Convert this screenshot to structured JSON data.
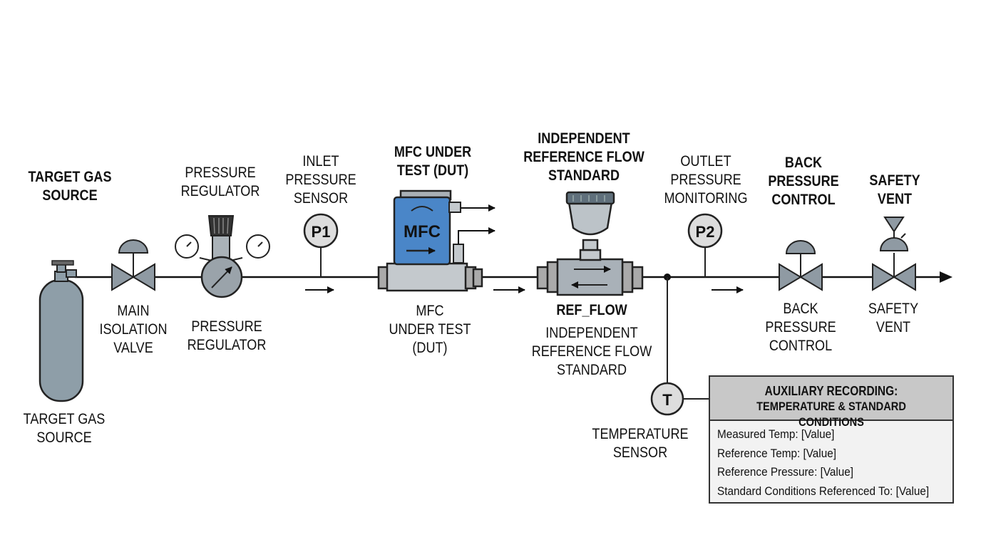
{
  "diagram": {
    "top_labels": {
      "target_gas_source": "TARGET GAS\nSOURCE",
      "pressure_regulator": "PRESSURE\nREGULATOR",
      "inlet_pressure_sensor": "INLET\nPRESSURE\nSENSOR",
      "mfc_under_test": "MFC UNDER\nTEST (DUT)",
      "independent_reference": "INDEPENDENT\nREFERENCE FLOW\nSTANDARD",
      "outlet_pressure": "OUTLET\nPRESSURE\nMONITORING",
      "back_pressure_control": "BACK\nPRESSURE\nCONTROL",
      "safety_vent": "SAFETY\nVENT"
    },
    "bottom_labels": {
      "target_gas_source": "TARGET GAS\nSOURCE",
      "main_isolation_valve": "MAIN\nISOLATION\nVALVE",
      "pressure_regulator": "PRESSURE\nREGULATOR",
      "mfc_under_test": "MFC\nUNDER TEST\n(DUT)",
      "ref_flow": "REF_FLOW",
      "independent_reference": "INDEPENDENT\nREFERENCE FLOW\nSTANDARD",
      "back_pressure_control": "BACK\nPRESSURE\nCONTROL",
      "safety_vent": "SAFETY\nVENT",
      "temperature_sensor": "TEMPERATURE\nSENSOR"
    },
    "symbols": {
      "p1": "P1",
      "p2": "P2",
      "t": "T",
      "mfc": "MFC"
    },
    "colors": {
      "mfc_body": "#4a86c8",
      "component_gray": "#9aa3aa",
      "cylinder": "#8e9ea8",
      "line": "#111111"
    }
  },
  "auxiliary": {
    "title_line1": "AUXILIARY RECORDING:",
    "title_line2": "TEMPERATURE & STANDARD CONDITIONS",
    "rows": [
      "Measured Temp: [Value]",
      "Reference Temp: [Value]",
      "Reference Pressure: [Value]",
      "Standard Conditions Referenced To: [Value]"
    ]
  }
}
